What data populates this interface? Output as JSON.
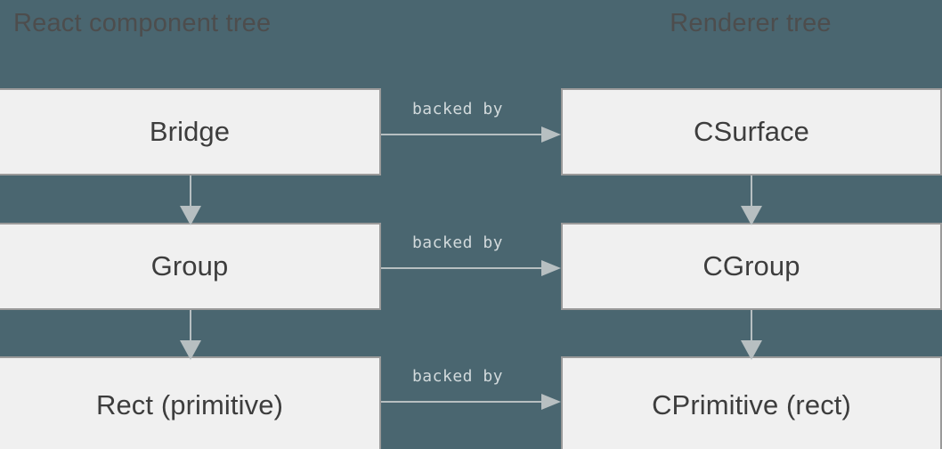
{
  "columns": {
    "left_title": "React component tree",
    "right_title": "Renderer tree"
  },
  "left_nodes": [
    {
      "label": "Bridge"
    },
    {
      "label": "Group"
    },
    {
      "label": "Rect (primitive)"
    }
  ],
  "right_nodes": [
    {
      "label": "CSurface"
    },
    {
      "label": "CGroup"
    },
    {
      "label": "CPrimitive (rect)"
    }
  ],
  "links": {
    "horizontal_label": "backed by",
    "horizontal": [
      {
        "from": "Bridge",
        "to": "CSurface",
        "label": "backed by"
      },
      {
        "from": "Group",
        "to": "CGroup",
        "label": "backed by"
      },
      {
        "from": "Rect (primitive)",
        "to": "CPrimitive (rect)",
        "label": "backed by"
      }
    ],
    "vertical": [
      {
        "from": "Bridge",
        "to": "Group"
      },
      {
        "from": "Group",
        "to": "Rect (primitive)"
      },
      {
        "from": "CSurface",
        "to": "CGroup"
      },
      {
        "from": "CGroup",
        "to": "CPrimitive (rect)"
      }
    ]
  },
  "colors": {
    "background": "#4a6670",
    "box_fill": "#f0f0f0",
    "box_border": "#9a9a9a",
    "title_text": "#4d4d4d",
    "node_text": "#3d3d3d",
    "connector": "#b7bfc1",
    "link_label_text": "#d2dadc"
  }
}
